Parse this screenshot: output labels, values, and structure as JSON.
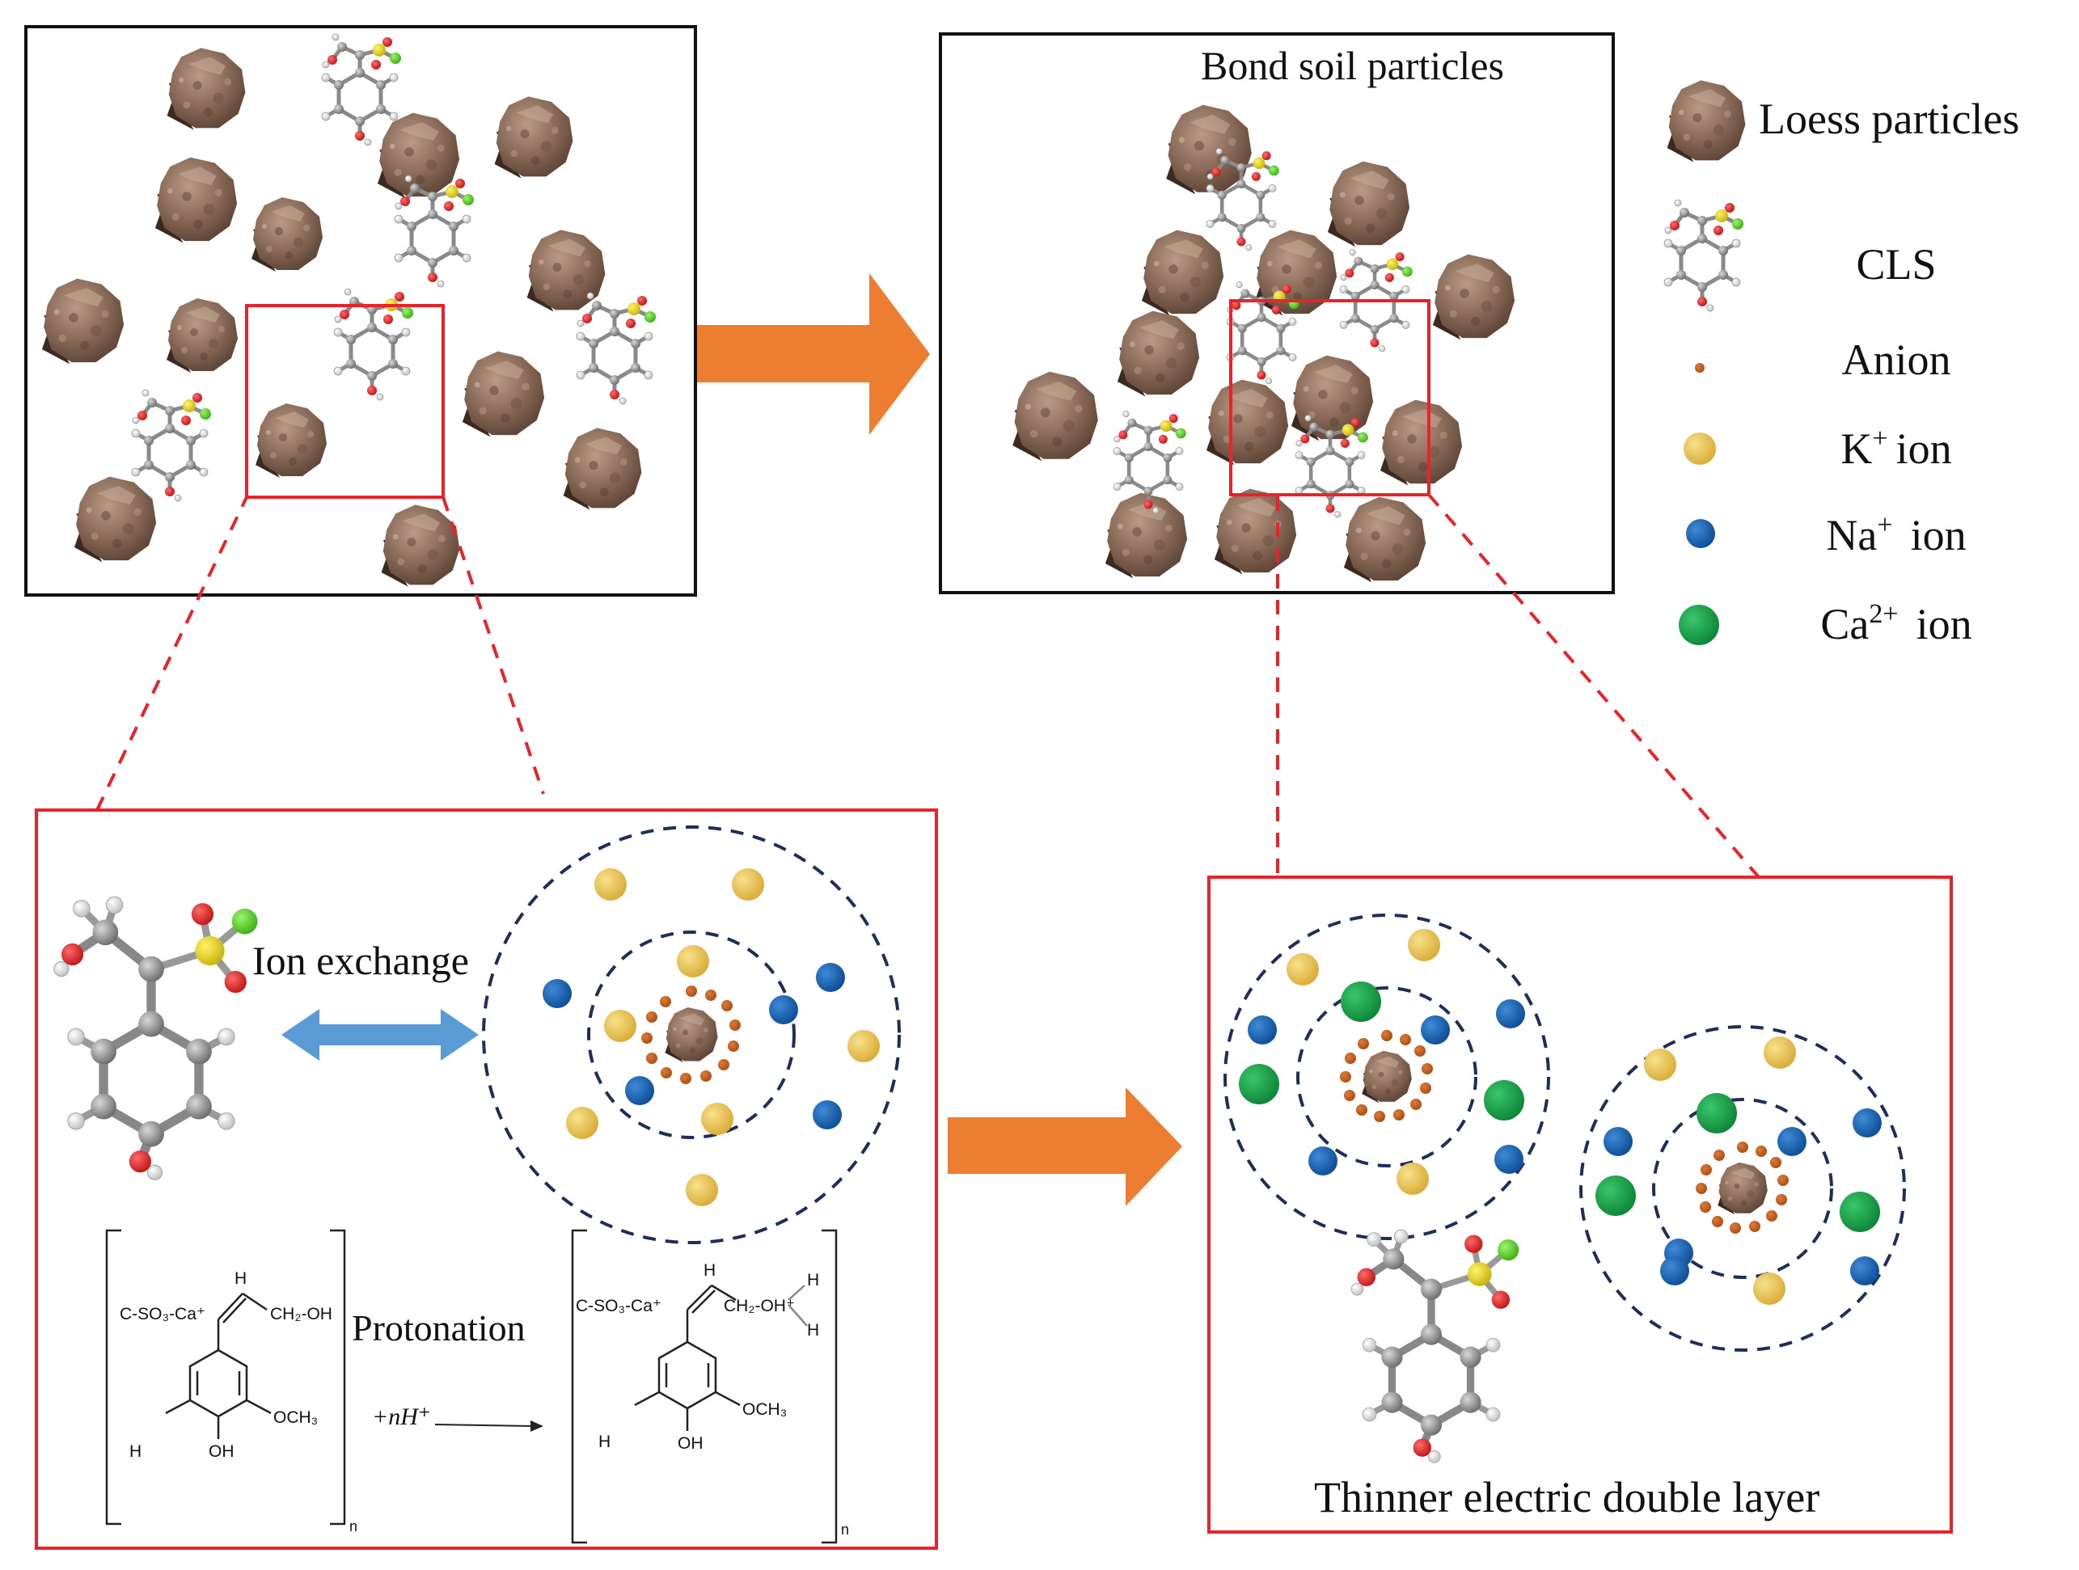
{
  "labels": {
    "bond_soil_particles": "Bond soil particles",
    "ion_exchange": "Ion exchange",
    "protonation": "Protonation",
    "thinner_edl": "Thinner electric double layer"
  },
  "legend": {
    "loess": "Loess particles",
    "cls": "CLS",
    "anion": "Anion",
    "k": "K",
    "k_sup": "+",
    "na": "Na",
    "na_sup": "+",
    "ca": "Ca",
    "ca_sup": "2+",
    "ion": "ion"
  },
  "chem": {
    "left": {
      "c_so3_ca": "C-SO₃-Ca⁺",
      "h_top": "H",
      "ch2oh": "CH₂-OH",
      "h_ring": "H",
      "och3": "OCH₃",
      "oh": "OH",
      "n": "n"
    },
    "reagent": "+nH⁺",
    "right": {
      "c_so3_ca": "C-SO₃-Ca⁺",
      "h_top": "H",
      "ch2oh": "CH₂-OH⁺",
      "h_a": "H",
      "h_b": "H",
      "h_ring": "H",
      "och3": "OCH₃",
      "oh": "OH",
      "n": "n"
    }
  },
  "colors": {
    "soil": "#8a6a58",
    "soil_dark": "#3b2a22",
    "anion": "#c0601e",
    "k_ion": "#e8c052",
    "na_ion": "#1a62b0",
    "ca_ion": "#18a048",
    "arrow_orange": "#ed7d31",
    "arrow_blue": "#5b9bd5",
    "frame_red": "#e8242a",
    "shell_navy": "#1f2d5a"
  },
  "icons": {
    "soil": "soil-particle-icon",
    "cls": "cls-molecule-icon",
    "anion": "anion-dot-icon",
    "k": "k-ion-icon",
    "na": "na-ion-icon",
    "ca": "ca-ion-icon"
  }
}
